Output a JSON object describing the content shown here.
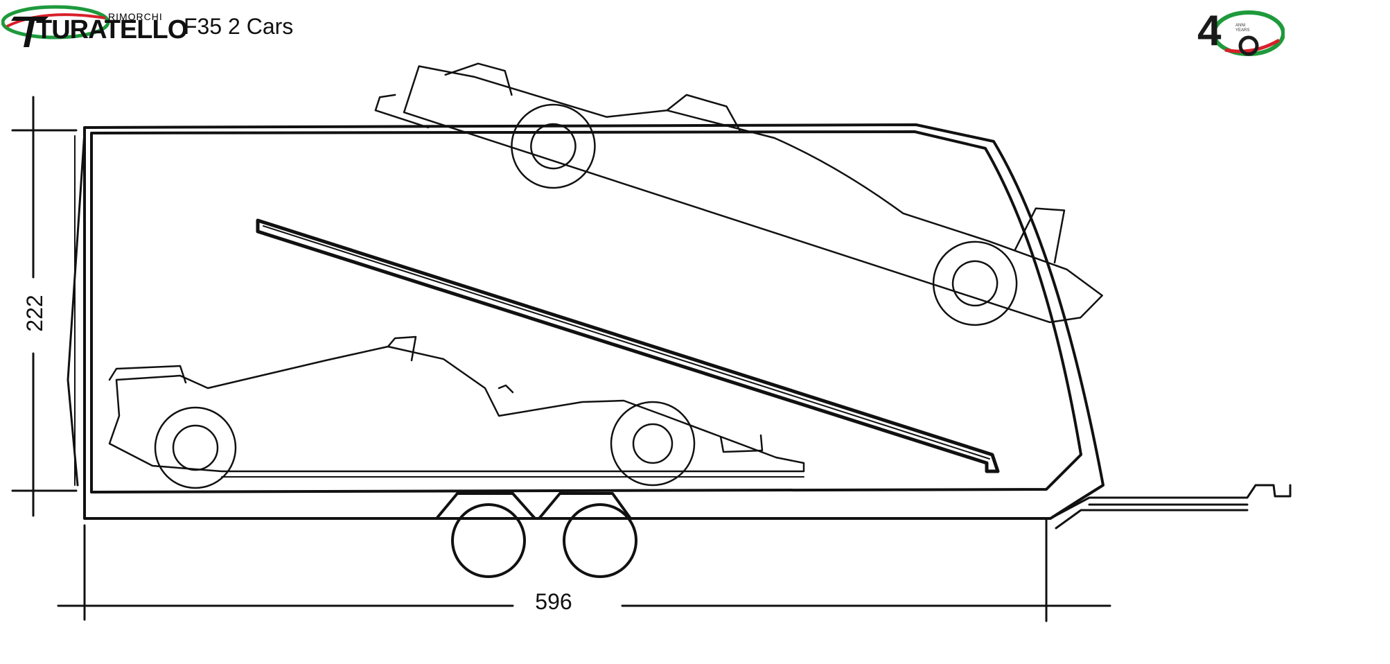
{
  "brand": {
    "name": "TURATELLO",
    "sub_label": "RIMORCHI",
    "colors": {
      "green": "#1e9a3c",
      "red": "#d8202a",
      "dark": "#111111"
    }
  },
  "model": {
    "title": "F35 2 Cars"
  },
  "anniversary": {
    "number": "4",
    "lines": [
      "ANNI",
      "YEARS"
    ]
  },
  "dimensions": {
    "height": "222",
    "length": "596"
  }
}
